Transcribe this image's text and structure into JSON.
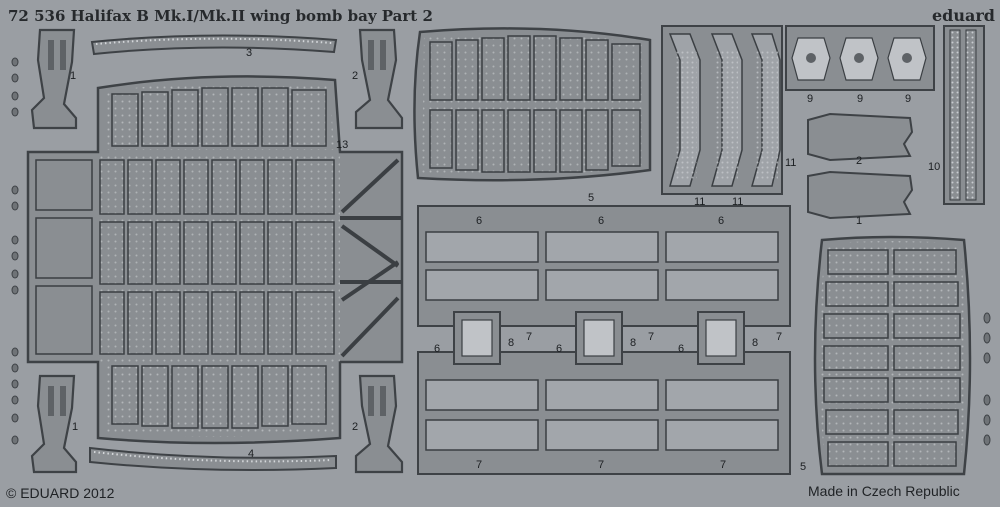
{
  "fret": {
    "title": "72 536 Halifax B Mk.I/Mk.II wing bomb bay Part 2",
    "brand": "eduard",
    "copyright": "© EDUARD 2012",
    "origin": "Made in Czech Republic",
    "colors": {
      "fret": "#9a9ea3",
      "part": "#8a8e92",
      "outline": "#3e4246",
      "rivet": "#d4d7da",
      "text": "#26292c"
    }
  },
  "part_numbers": {
    "p1a": "1",
    "p3": "3",
    "p2a": "2",
    "p13": "13",
    "p9a": "9",
    "p9b": "9",
    "p9c": "9",
    "p2b": "2",
    "p10": "10",
    "p11a": "11",
    "p11b": "11",
    "p11c": "11",
    "p5a": "5",
    "p1b": "1",
    "p6a": "6",
    "p6b": "6",
    "p6c": "6",
    "p7a": "7",
    "p7b": "7",
    "p7c": "7",
    "p8a": "8",
    "p8b": "8",
    "p8c": "8",
    "p6d": "6",
    "p6e": "6",
    "p6f": "6",
    "p1c": "1",
    "p2c": "2",
    "p4": "4",
    "p7d": "7",
    "p7e": "7",
    "p7f": "7",
    "p5b": "5"
  }
}
